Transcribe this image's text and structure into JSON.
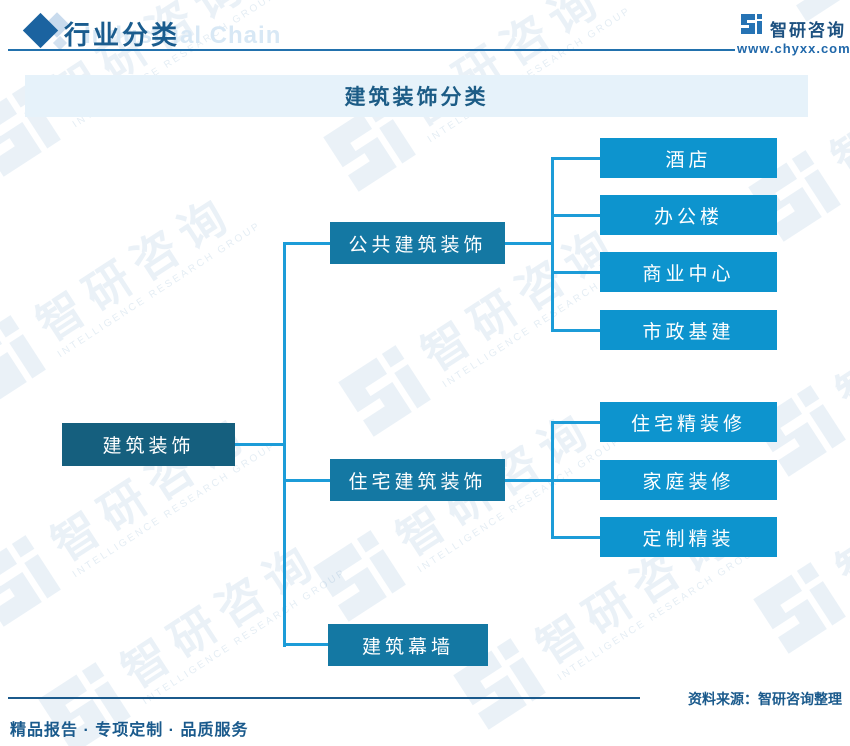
{
  "header": {
    "title": "行业分类",
    "ghost_text": "Industrial Chain",
    "brand": {
      "name": "智研咨询",
      "website": "www.chyxx.com"
    }
  },
  "title_bar": {
    "text": "建筑装饰分类"
  },
  "tree": {
    "root": {
      "label": "建筑装饰"
    },
    "branches": [
      {
        "label": "公共建筑装饰",
        "children": [
          "酒店",
          "办公楼",
          "商业中心",
          "市政基建"
        ]
      },
      {
        "label": "住宅建筑装饰",
        "children": [
          "住宅精装修",
          "家庭装修",
          "定制精装"
        ]
      },
      {
        "label": "建筑幕墙",
        "children": []
      }
    ]
  },
  "watermark": {
    "cn": "智研咨询",
    "en": "INTELLIGENCE RESEARCH GROUP"
  },
  "footer": {
    "source": "资料来源：智研咨询整理",
    "slogan": "精品报告 · 专项定制 · 品质服务"
  },
  "colors": {
    "root_box": "#155f7e",
    "branch_box": "#1478a3",
    "leaf_box": "#0d94ce",
    "connector_line": "#1c9cd8",
    "title_bar_bg": "#e6f2fa",
    "accent_dark_blue": "#1a5a8c"
  }
}
